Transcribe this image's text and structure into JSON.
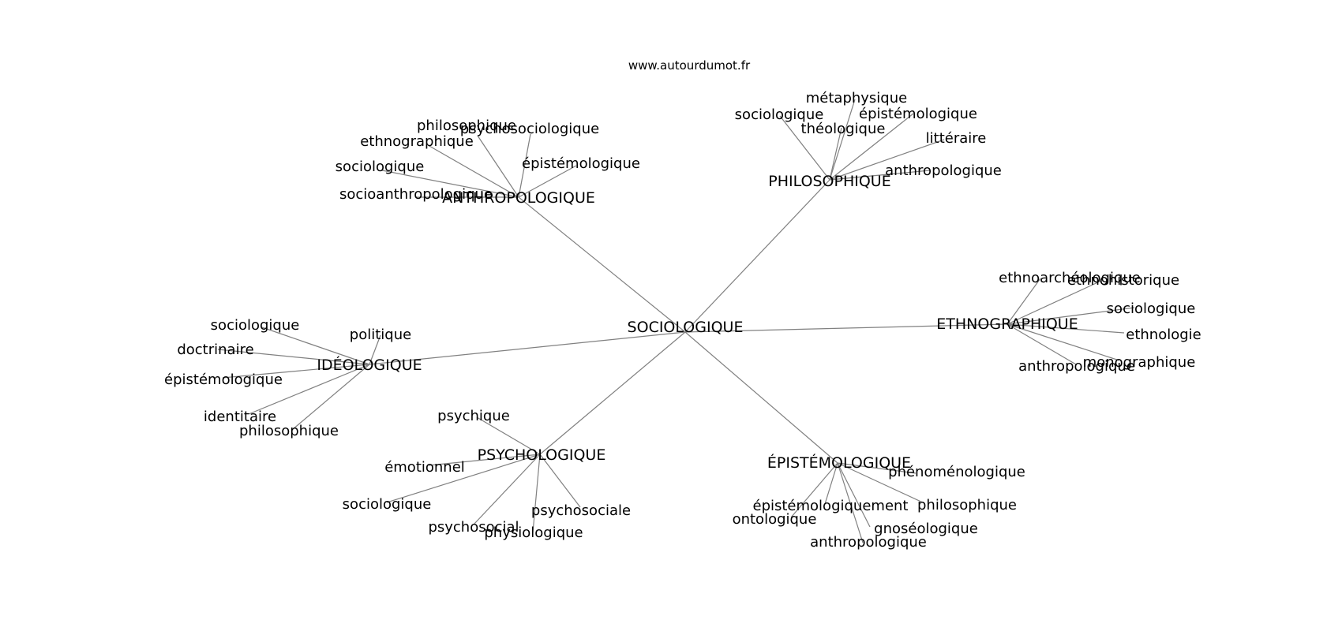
{
  "source": "www.autourdumot.fr",
  "root": "SOCIOLOGIQUE",
  "groups": [
    {
      "id": "anthropologique",
      "hub": "ANTHROPOLOGIQUE",
      "leaves": [
        {
          "id": "philosophique",
          "label": "philosophique"
        },
        {
          "id": "psychosociologique",
          "label": "psychosociologique"
        },
        {
          "id": "ethnographique",
          "label": "ethnographique"
        },
        {
          "id": "epistemologique",
          "label": "épistémologique"
        },
        {
          "id": "sociologique",
          "label": "sociologique"
        },
        {
          "id": "socioanthropologique",
          "label": "socioanthropologique"
        }
      ]
    },
    {
      "id": "philosophique",
      "hub": "PHILOSOPHIQUE",
      "leaves": [
        {
          "id": "metaphysique",
          "label": "métaphysique"
        },
        {
          "id": "sociologique",
          "label": "sociologique"
        },
        {
          "id": "epistemologique",
          "label": "épistémologique"
        },
        {
          "id": "theologique",
          "label": "théologique"
        },
        {
          "id": "litteraire",
          "label": "littéraire"
        },
        {
          "id": "anthropologique",
          "label": "anthropologique"
        }
      ]
    },
    {
      "id": "ethnographique",
      "hub": "ETHNOGRAPHIQUE",
      "leaves": [
        {
          "id": "ethnoarcheologique",
          "label": "ethnoarchéologique"
        },
        {
          "id": "ethnohistorique",
          "label": "ethnohistorique"
        },
        {
          "id": "sociologique",
          "label": "sociologique"
        },
        {
          "id": "ethnologie",
          "label": "ethnologie"
        },
        {
          "id": "monographique",
          "label": "monographique"
        },
        {
          "id": "anthropologique",
          "label": "anthropologique"
        }
      ]
    },
    {
      "id": "ideologique",
      "hub": "IDÉOLOGIQUE",
      "leaves": [
        {
          "id": "sociologique",
          "label": "sociologique"
        },
        {
          "id": "politique",
          "label": "politique"
        },
        {
          "id": "doctrinaire",
          "label": "doctrinaire"
        },
        {
          "id": "epistemologique",
          "label": "épistémologique"
        },
        {
          "id": "identitaire",
          "label": "identitaire"
        },
        {
          "id": "philosophique",
          "label": "philosophique"
        }
      ]
    },
    {
      "id": "psychologique",
      "hub": "PSYCHOLOGIQUE",
      "leaves": [
        {
          "id": "psychique",
          "label": "psychique"
        },
        {
          "id": "emotionnel",
          "label": "émotionnel"
        },
        {
          "id": "sociologique",
          "label": "sociologique"
        },
        {
          "id": "psychosociale",
          "label": "psychosociale"
        },
        {
          "id": "psychosocial",
          "label": "psychosocial"
        },
        {
          "id": "physiologique",
          "label": "physiologique"
        }
      ]
    },
    {
      "id": "epistemologique",
      "hub": "ÉPISTÉMOLOGIQUE",
      "leaves": [
        {
          "id": "phenomenologique",
          "label": "phénoménologique"
        },
        {
          "id": "epistemologiquement",
          "label": "épistémologiquement"
        },
        {
          "id": "philosophique",
          "label": "philosophique"
        },
        {
          "id": "ontologique",
          "label": "ontologique"
        },
        {
          "id": "gnoseologique",
          "label": "gnoséologique"
        },
        {
          "id": "anthropologique",
          "label": "anthropologique"
        }
      ]
    }
  ]
}
